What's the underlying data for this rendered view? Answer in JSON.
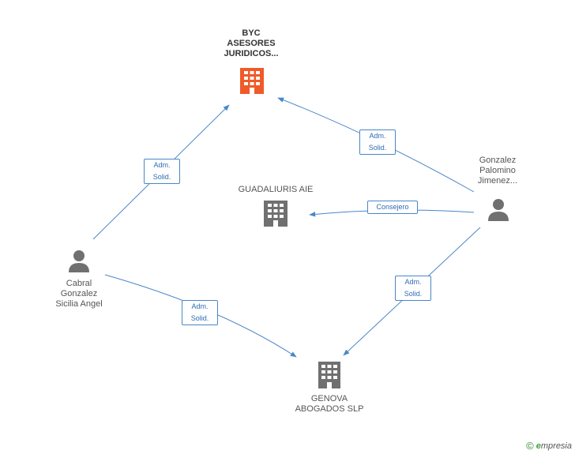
{
  "nodes": {
    "byc": {
      "lines": [
        "BYC",
        "ASESORES",
        "JURIDICOS..."
      ]
    },
    "guadaliuris": {
      "lines": [
        "GUADALIURIS AIE"
      ]
    },
    "genova": {
      "lines": [
        "GENOVA",
        "ABOGADOS SLP"
      ]
    },
    "cabral": {
      "lines": [
        "Cabral",
        "Gonzalez",
        "Sicilia Angel"
      ]
    },
    "gonzalez_palomino": {
      "lines": [
        "Gonzalez",
        "Palomino",
        "Jimenez..."
      ]
    }
  },
  "edges": {
    "cabral_byc": {
      "lines": [
        "Adm.",
        "Solid."
      ]
    },
    "gonzalez_byc": {
      "lines": [
        "Adm.",
        "Solid."
      ]
    },
    "gonzalez_guadaliuris": {
      "lines": [
        "Consejero"
      ]
    },
    "gonzalez_genova": {
      "lines": [
        "Adm.",
        "Solid."
      ]
    },
    "cabral_genova": {
      "lines": [
        "Adm.",
        "Solid."
      ]
    }
  },
  "footer": {
    "copyright_symbol": "©",
    "brand_initial": "e",
    "brand_rest": "mpresia"
  },
  "colors": {
    "edge": "#4a86c8",
    "highlight_building": "#f05a28",
    "building": "#707070",
    "person": "#707070"
  }
}
